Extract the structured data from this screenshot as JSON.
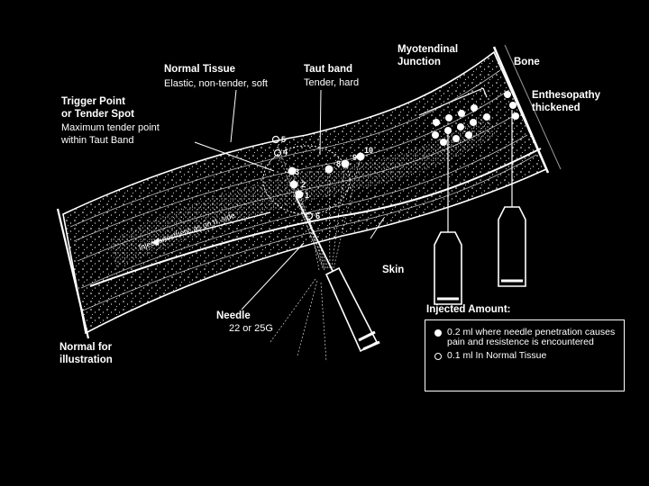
{
  "labels": {
    "normal_tissue": "Normal Tissue",
    "normal_tissue_desc": "Elastic, non-tender, soft",
    "taut_band": "Taut band",
    "taut_band_desc": "Tender, hard",
    "myotendinal_1": "Myotendinal",
    "myotendinal_2": "Junction",
    "bone": "Bone",
    "enthesopathy_1": "Enthesopathy",
    "enthesopathy_2": "thickened",
    "trigger_1": "Trigger Point",
    "trigger_2": "or Tender Spot",
    "trigger_desc_1": "Maximum tender point",
    "trigger_desc_2": "within Taut Band",
    "inject_note": "Inject anesthetic as on rt. side",
    "skin": "Skin",
    "needle": "Needle",
    "needle_gauge": "22 or 25G",
    "normal_illus_1": "Normal for",
    "normal_illus_2": "illustration"
  },
  "points": [
    "1",
    "2",
    "3",
    "4",
    "5",
    "6",
    "8",
    "9",
    "10"
  ],
  "legend": {
    "title": "Injected Amount:",
    "filled": "0.2 ml where needle penetration causes pain and resistence is encountered",
    "open": "0.1 ml In Normal Tissue"
  },
  "colors": {
    "background": "#000000",
    "ink": "#ffffff",
    "panel": "#000000"
  }
}
